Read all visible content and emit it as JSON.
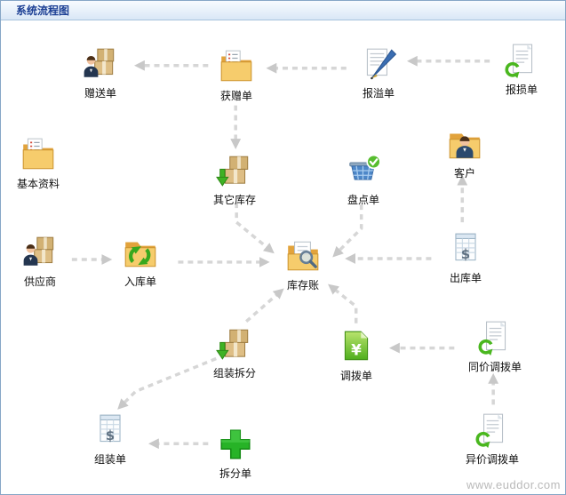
{
  "window": {
    "title": "系统流程图"
  },
  "watermark": {
    "text": "www.euddor.com"
  },
  "colors": {
    "header_text": "#1c3f94",
    "border": "#86a6c6",
    "arrow": "#d6d6d6",
    "folder": "#f6cc6c",
    "green": "#3fb224"
  },
  "nodes": [
    {
      "label": "赠送单",
      "icon": "person-with-boxes"
    },
    {
      "label": "获赠单",
      "icon": "folder-checklist"
    },
    {
      "label": "报溢单",
      "icon": "document-pen"
    },
    {
      "label": "报损单",
      "icon": "document-green-arrow"
    },
    {
      "label": "基本资料",
      "icon": "folder-checklist"
    },
    {
      "label": "其它库存",
      "icon": "boxes-green-arrow"
    },
    {
      "label": "盘点单",
      "icon": "basket-check"
    },
    {
      "label": "客户",
      "icon": "folder-person"
    },
    {
      "label": "供应商",
      "icon": "person-with-boxes"
    },
    {
      "label": "入库单",
      "icon": "folder-recycle"
    },
    {
      "label": "库存账",
      "icon": "folder-document-magnifier"
    },
    {
      "label": "出库单",
      "icon": "document-dollar"
    },
    {
      "label": "组装拆分",
      "icon": "boxes-green-arrow"
    },
    {
      "label": "调拨单",
      "icon": "green-document-yen"
    },
    {
      "label": "同价调拨单",
      "icon": "document-green-arrow"
    },
    {
      "label": "组装单",
      "icon": "document-dollar"
    },
    {
      "label": "拆分单",
      "icon": "green-plus"
    },
    {
      "label": "异价调拨单",
      "icon": "document-green-arrow"
    }
  ],
  "edges": [
    {
      "from": "获赠单",
      "to": "赠送单"
    },
    {
      "from": "报溢单",
      "to": "获赠单"
    },
    {
      "from": "报损单",
      "to": "报溢单"
    },
    {
      "from": "获赠单",
      "to": "其它库存"
    },
    {
      "from": "供应商",
      "to": "入库单"
    },
    {
      "from": "入库单",
      "to": "库存账"
    },
    {
      "from": "出库单",
      "to": "库存账"
    },
    {
      "from": "出库单",
      "to": "客户"
    },
    {
      "from": "盘点单",
      "to": "库存账"
    },
    {
      "from": "其它库存",
      "to": "库存账"
    },
    {
      "from": "组装拆分",
      "to": "库存账"
    },
    {
      "from": "调拨单",
      "to": "库存账"
    },
    {
      "from": "同价调拨单",
      "to": "调拨单"
    },
    {
      "from": "异价调拨单",
      "to": "同价调拨单"
    },
    {
      "from": "组装拆分",
      "to": "组装单"
    },
    {
      "from": "拆分单",
      "to": "组装单"
    }
  ]
}
